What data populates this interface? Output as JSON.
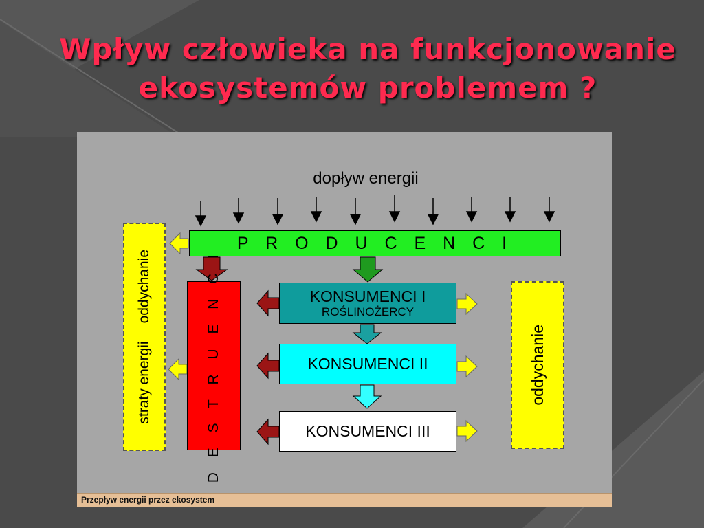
{
  "slide": {
    "title_line1": "Wpływ człowieka na funkcjonowanie",
    "title_line2": "ekosystemów problemem ?"
  },
  "diagram": {
    "energy_inflow": "dopływ energii",
    "producers": "P R O D U C E N C I",
    "decomposers": "D E S T R U E N C I",
    "consumers_1": "KONSUMENCI I",
    "consumers_1_sub": "ROŚLINOŻERCY",
    "consumers_2": "KONSUMENCI II",
    "consumers_3": "KONSUMENCI III",
    "energy_loss": "straty energii",
    "respiration_left": "oddychanie",
    "respiration_right": "oddychanie",
    "caption": "Przepływ energii przez ekosystem"
  },
  "colors": {
    "title": "#ff2a4f",
    "producers": "#22ee22",
    "decomposers": "#ff0000",
    "consumers_1": "#0f9c9c",
    "consumers_2": "#00ffff",
    "consumers_3": "#ffffff",
    "respiration": "#ffff00"
  }
}
